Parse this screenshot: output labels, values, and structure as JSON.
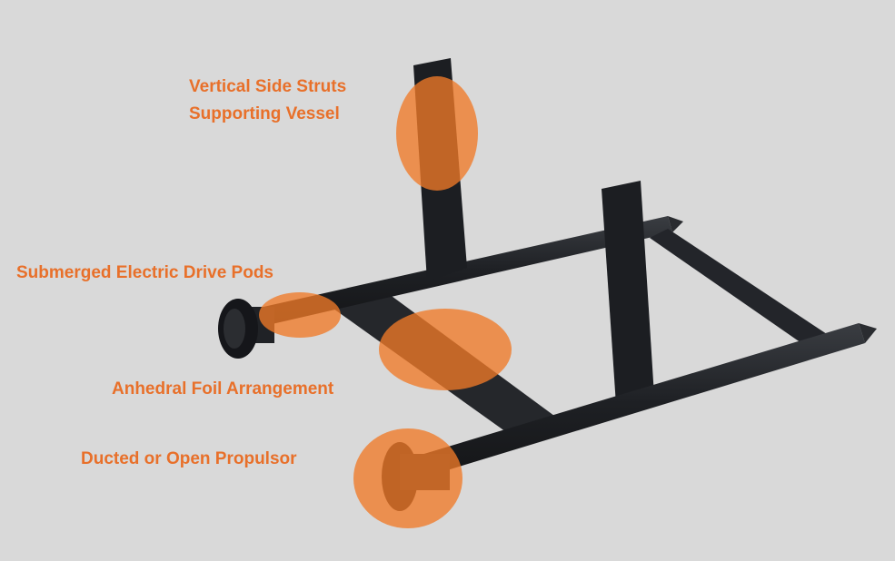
{
  "labels": {
    "struts_line1": "Vertical Side Struts",
    "struts_line2": "Supporting Vessel",
    "pods": "Submerged Electric Drive Pods",
    "foil": "Anhedral Foil Arrangement",
    "propulsor": "Ducted or Open Propulsor"
  },
  "colors": {
    "background": "#d9d9d9",
    "frame": "#1e2024",
    "highlight": "#f07a28",
    "label": "#e8702a"
  }
}
